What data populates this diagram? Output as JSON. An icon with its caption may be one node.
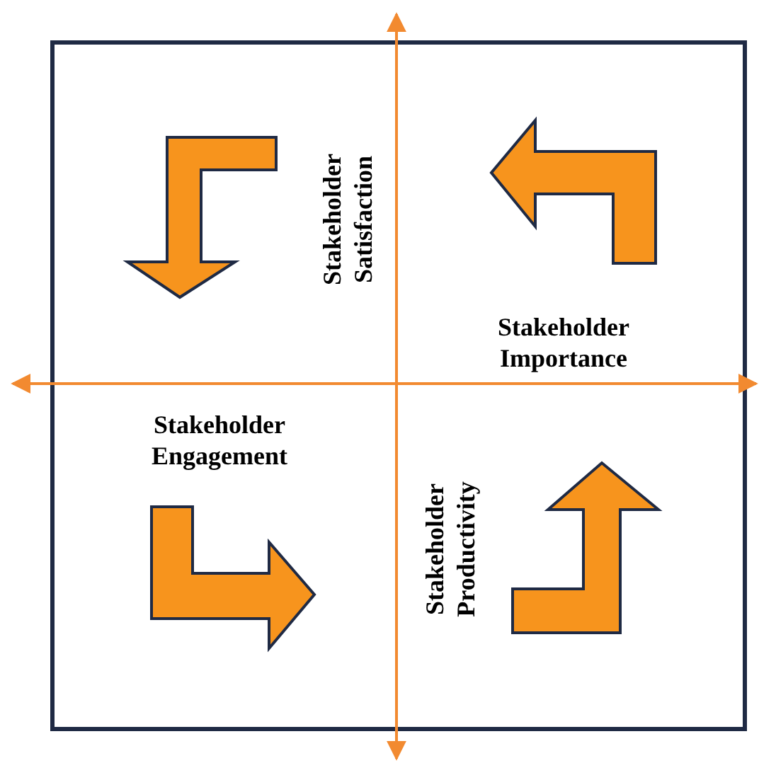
{
  "diagram": {
    "labels": [
      "Stakeholder Satisfaction",
      "Stakeholder Importance",
      "Stakeholder Engagement",
      "Stakeholder Productivity"
    ]
  }
}
